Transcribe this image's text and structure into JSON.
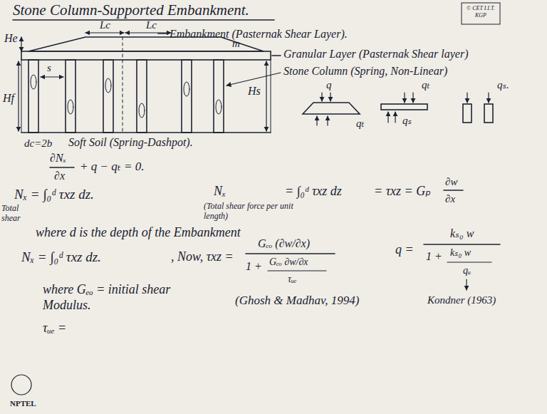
{
  "diagram": {
    "title": "Stone Column-Supported Embankment.",
    "labels": [
      "© CET I.I.T. KGP",
      "He",
      "Lc",
      "Lc",
      "s",
      "m",
      "Embankment (Pasternak Shear Layer).",
      "Granular Layer (Pasternak Shear layer)",
      "Stone Column (Spring, Non-Linear)",
      "Hs",
      "Hf",
      "dc=2b",
      "Soft Soil (Spring-Dashpot).",
      "q",
      "qₜ",
      "qₜ",
      "qₛ",
      "qₛ.",
      "∂Nₓ",
      "∂x",
      "+ q − qₜ = 0.",
      "Nₓ = ∫₀ᵈ τxz dz.",
      "Nₓ",
      "(Total shear force per unit length)",
      "= ∫₀ᵈ τxz dz",
      "= τxz = Gₚ",
      "∂w",
      "∂x",
      "Total shear",
      "where d is the depth of the Embankment",
      "Nₓ = ∫₀ᵈ τxz dz.",
      ", Now, τxz =",
      "Gₑₒ (∂w/∂x)",
      "1 +",
      "Gₑₒ ∂w/∂x",
      "τᵤₑ",
      "q =",
      "kₛ₀ w",
      "1 +",
      "kₛ₀ w",
      "qᵤ",
      "Kondner (1963)",
      "where Gₑₒ = initial shear Modulus.",
      "(Ghosh & Madhav, 1994)",
      "τᵤₑ =",
      "NPTEL"
    ]
  }
}
